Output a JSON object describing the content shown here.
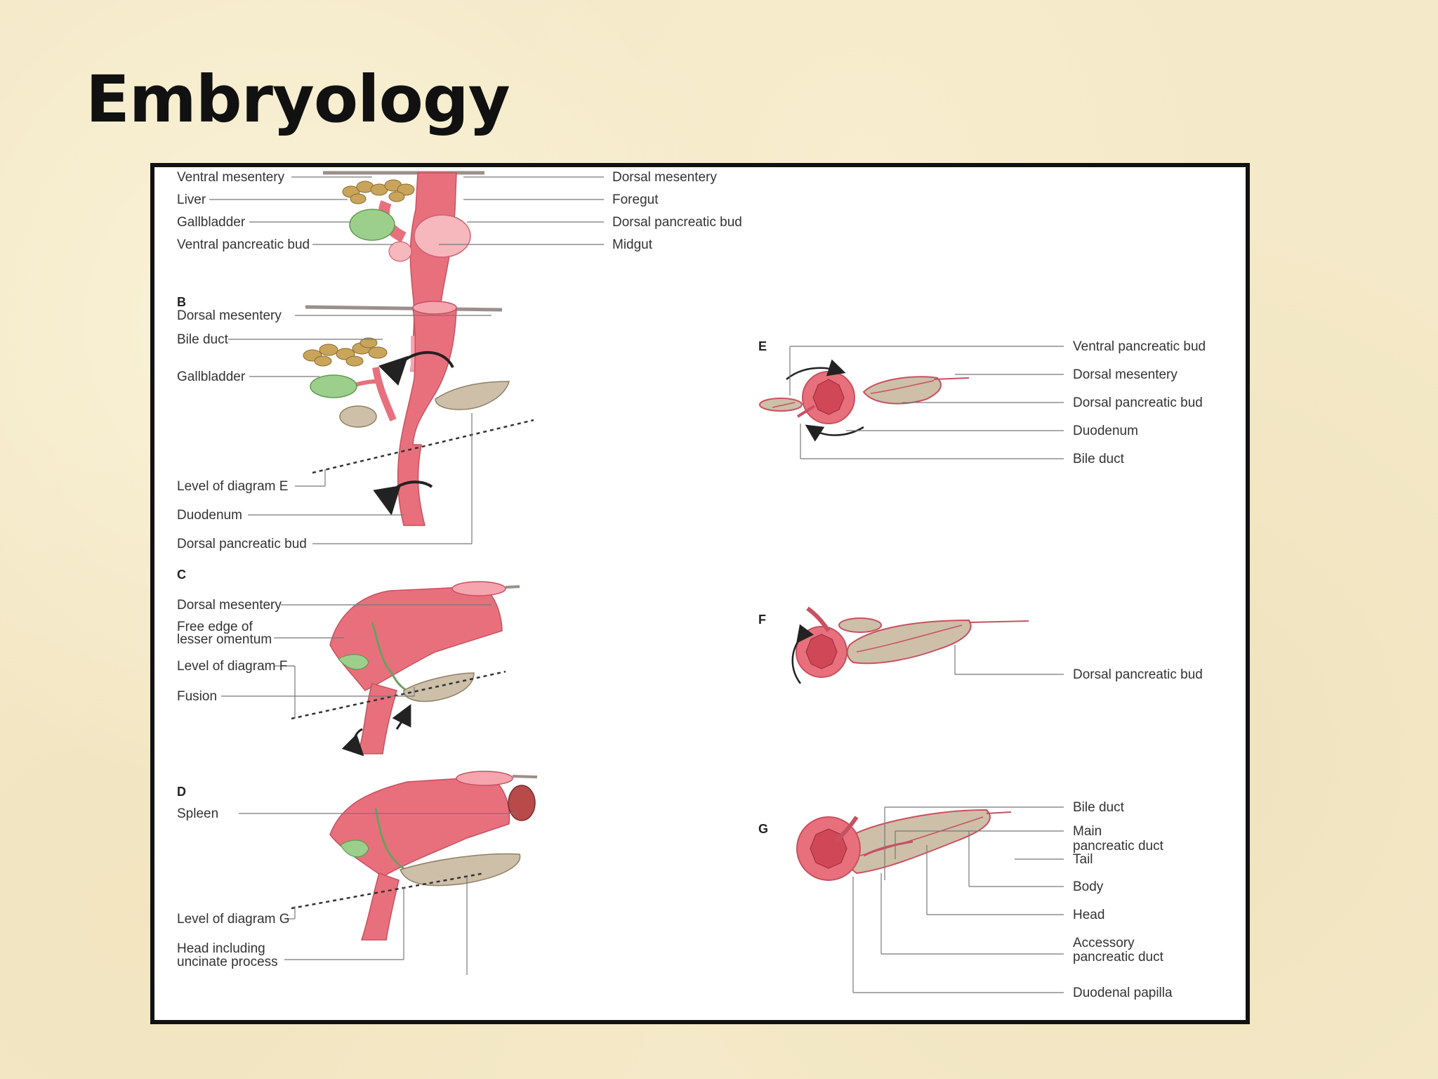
{
  "slide": {
    "title": "Embryology"
  },
  "colors": {
    "gut": "#e8707c",
    "gut_light": "#f4a5ad",
    "gallbladder": "#9dcf8c",
    "liver": "#c9a55c",
    "pancreas": "#cdbfa8",
    "spleen": "#b94a4a",
    "leader": "#777777",
    "background": "#f4e9c8"
  },
  "diagram": {
    "panel_a": {
      "labels_left": [
        "Ventral mesentery",
        "Liver",
        "Gallbladder",
        "Ventral pancreatic bud"
      ],
      "labels_right": [
        "Dorsal mesentery",
        "Foregut",
        "Dorsal pancreatic bud",
        "Midgut"
      ]
    },
    "panel_b": {
      "letter": "B",
      "labels": [
        "Dorsal mesentery",
        "Bile duct",
        "Gallbladder",
        "Level of diagram E",
        "Duodenum",
        "Dorsal pancreatic bud"
      ]
    },
    "panel_c": {
      "letter": "C",
      "labels": [
        "Dorsal mesentery",
        "Free edge of",
        "lesser omentum",
        "Level of diagram F",
        "Fusion"
      ]
    },
    "panel_d": {
      "letter": "D",
      "labels": [
        "Spleen",
        "Level of diagram G",
        "Head including",
        "uncinate process"
      ]
    },
    "panel_e": {
      "letter": "E",
      "labels": [
        "Ventral pancreatic bud",
        "Dorsal mesentery",
        "Dorsal pancreatic bud",
        "Duodenum",
        "Bile duct"
      ]
    },
    "panel_f": {
      "letter": "F",
      "labels": [
        "Dorsal pancreatic bud"
      ]
    },
    "panel_g": {
      "letter": "G",
      "labels": [
        "Bile duct",
        "Main",
        "pancreatic duct",
        "Tail",
        "Body",
        "Head",
        "Accessory",
        "pancreatic duct",
        "Duodenal papilla"
      ]
    }
  }
}
